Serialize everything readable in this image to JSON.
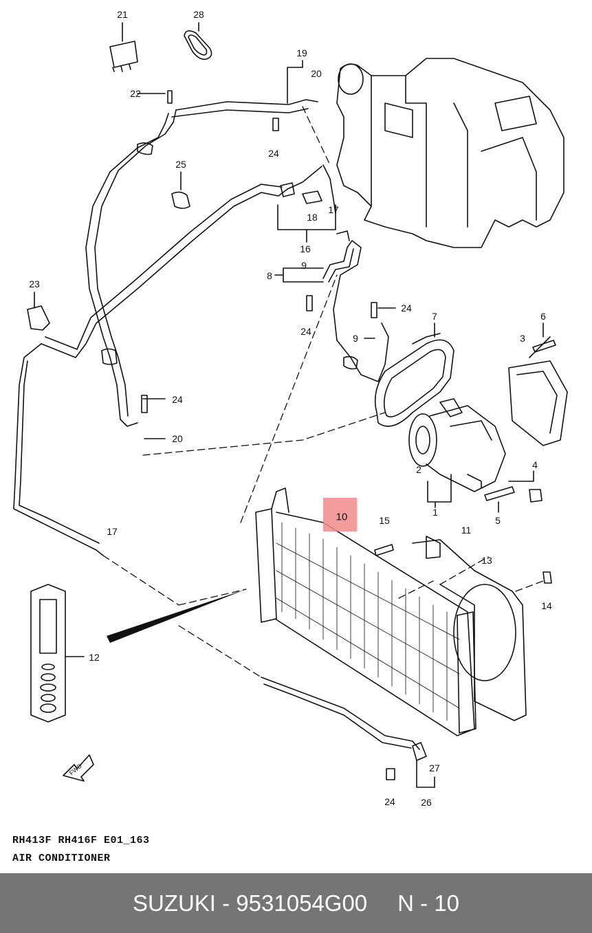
{
  "diagram": {
    "callouts": [
      "21",
      "28",
      "19",
      "20",
      "22",
      "24",
      "25",
      "17",
      "18",
      "16",
      "8",
      "9",
      "24",
      "23",
      "24",
      "7",
      "9",
      "6",
      "3",
      "24",
      "20",
      "2",
      "1",
      "4",
      "5",
      "15",
      "11",
      "13",
      "14",
      "17",
      "12",
      "24",
      "27",
      "26"
    ],
    "highlighted_part": "10"
  },
  "captions": {
    "line1": "RH413F RH416F E01_163",
    "line2": "AIR CONDITIONER"
  },
  "footer": {
    "brand_part": "SUZUKI - 9531054G00",
    "index": "N - 10"
  },
  "colors": {
    "highlight": "#f28b8b",
    "footer_bg": "#757575"
  }
}
